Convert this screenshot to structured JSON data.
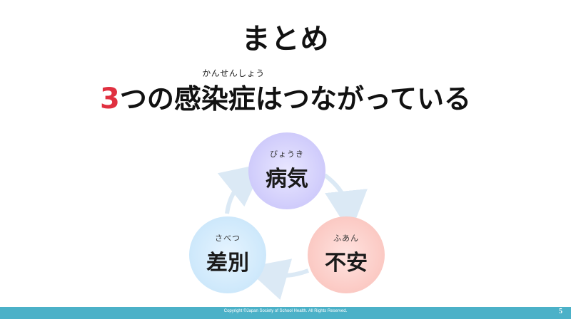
{
  "slide": {
    "title": "まとめ",
    "subtitle_ruby": "かんせんしょう",
    "subtitle_number": "3",
    "subtitle_text": "つの感染症はつながっている"
  },
  "cycle": {
    "nodes": [
      {
        "ruby": "びょうき",
        "label": "病気",
        "color": "#cfcbfb"
      },
      {
        "ruby": "ふあん",
        "label": "不安",
        "color": "#fbc9c3"
      },
      {
        "ruby": "さべつ",
        "label": "差別",
        "color": "#cde8fb"
      }
    ],
    "arrow_color": "#dbe9f5"
  },
  "footer": {
    "copyright": "Copyright ©Japan Society of School Health. All Rights Reserved.",
    "page_number": "5",
    "bar_color": "#4bb1c8"
  },
  "colors": {
    "accent_number": "#e03040"
  }
}
